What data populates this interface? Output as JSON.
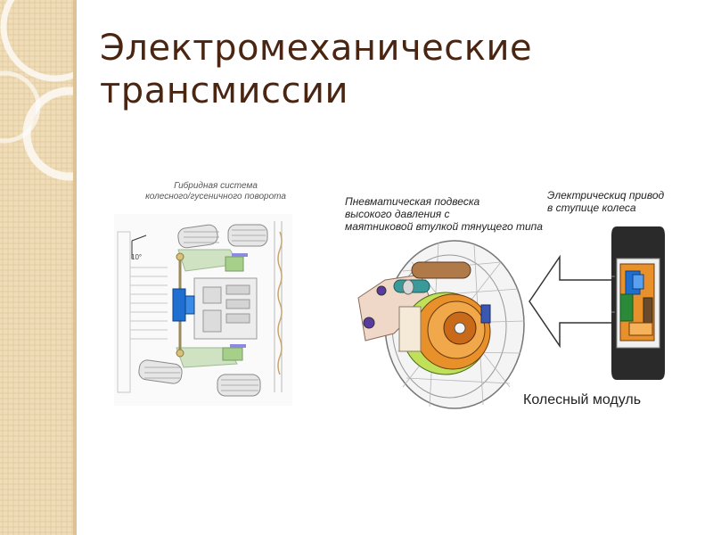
{
  "slide": {
    "title_line1": "Электромеханические",
    "title_line2": "трансмиссии"
  },
  "figure_left": {
    "caption_line1": "Гибридная система",
    "caption_line2": "колесного/гусеничного поворота",
    "angle_label": "10°"
  },
  "figure_right": {
    "suspension_line1": "Пневматическая подвеска",
    "suspension_line2": "высокого давления с",
    "suspension_line3": "маятниковой втулкой тянущего типа",
    "drive_line1": "Электрическиq привод",
    "drive_line2": "в ступице колеса",
    "module_label": "Колесный модуль"
  },
  "colors": {
    "title": "#4a2612",
    "side_strip": "#efdcb8",
    "hub_orange": "#e8902a",
    "hub_green": "#7aa838",
    "drive_blue": "#1f6fd0"
  }
}
